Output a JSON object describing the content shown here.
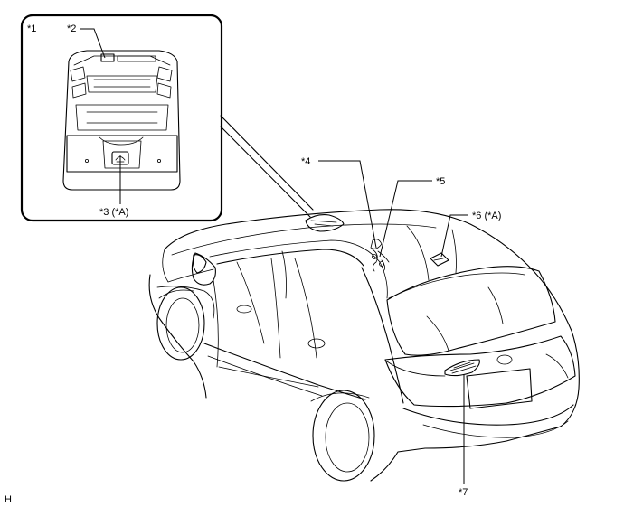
{
  "callouts": {
    "c1": "*1",
    "c2": "*2",
    "c3": "*3 (*A)",
    "c4": "*4",
    "c5": "*5",
    "c6": "*6 (*A)",
    "c7": "*7"
  },
  "corner_mark": "H"
}
